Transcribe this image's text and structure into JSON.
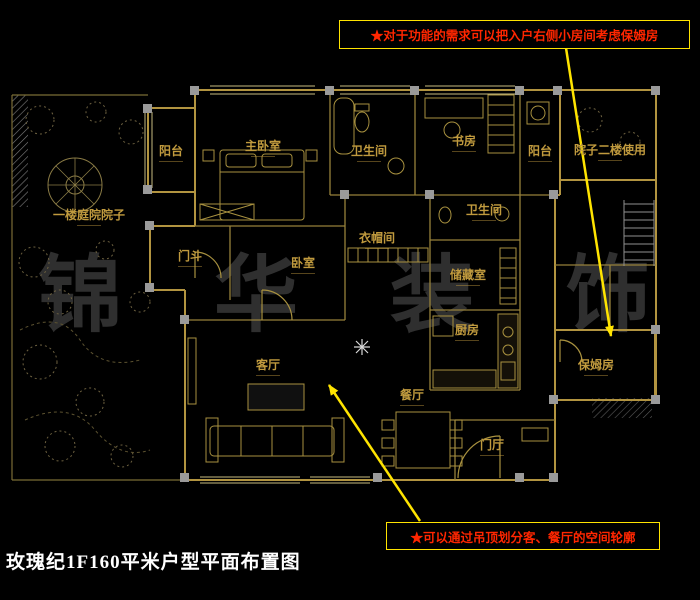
{
  "title": "玫瑰纪1F160平米户型平面布置图",
  "watermark": "锦华装饰",
  "callouts": {
    "top": "★对于功能的需求可以把入户右侧小房间考虑保姆房",
    "bottom": "★可以通过吊顶划分客、餐厅的空间轮廓"
  },
  "rooms": [
    {
      "id": "balcony-left",
      "label": "阳台"
    },
    {
      "id": "master-bedroom",
      "label": "主卧室"
    },
    {
      "id": "bathroom-top",
      "label": "卫生间"
    },
    {
      "id": "study",
      "label": "书房"
    },
    {
      "id": "balcony-right",
      "label": "阳台"
    },
    {
      "id": "courtyard-2f",
      "label": "院子二楼使用"
    },
    {
      "id": "courtyard-1f",
      "label": "一楼庭院院子"
    },
    {
      "id": "bathroom-mid",
      "label": "卫生间"
    },
    {
      "id": "cloakroom",
      "label": "衣帽间"
    },
    {
      "id": "vestibule",
      "label": "门斗"
    },
    {
      "id": "bedroom",
      "label": "卧室"
    },
    {
      "id": "storage-room",
      "label": "储藏室"
    },
    {
      "id": "kitchen",
      "label": "厨房"
    },
    {
      "id": "living-room",
      "label": "客厅"
    },
    {
      "id": "dining-room",
      "label": "餐厅"
    },
    {
      "id": "foyer",
      "label": "门厅"
    },
    {
      "id": "nanny-room",
      "label": "保姆房"
    }
  ],
  "colors": {
    "background": "#000000",
    "wall_line": "#b29440",
    "highlight": "#ffe400",
    "callout_text": "#ff2600",
    "room_label": "#c09a3e",
    "title_text": "#ffffff",
    "watermark": "#565656"
  }
}
